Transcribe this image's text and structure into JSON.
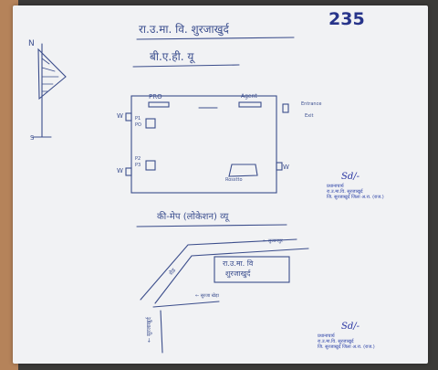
{
  "header": {
    "title_line": "रा.उ.मा. वि. शुरजाखुर्द",
    "subtitle_line": "बी.ए.ही. यू",
    "page_number": "235"
  },
  "compass": {
    "north_label": "N",
    "south_label": "S"
  },
  "floor_plan": {
    "label_pro": "PRO",
    "label_agent": "Agent",
    "label_entrance": "Entrance",
    "label_exit": "Exit",
    "label_p1_po": "P1\nPO",
    "label_p2_p3": "P2\nP3",
    "label_rossto": "Rosstto",
    "window_labels": [
      "W",
      "W",
      "W"
    ]
  },
  "location_section": {
    "title": "की-मेप (लोकेशन) व्यू",
    "school_box": "रा.उ.मा. वि\nशुरजाखुर्द",
    "road_top": "← सुजानपुर",
    "road_bottom": "← सुरजा खेड़ा",
    "road_diag": "रोड",
    "road_left": "← सुरजाखुर्द"
  },
  "stamps": [
    {
      "lines": [
        "प्रधानाचार्य",
        "रा.उ.मा.वि. सूरजाखुर्द",
        "जि. सुरजाखुर्द जिला अ.रा. (राज.)"
      ]
    },
    {
      "lines": [
        "प्रधानाचार्य",
        "रा.उ.मा.वि. सूरजाखुर्द",
        "जि. सुरजाखुर्द जिला अ.रा. (राज.)"
      ]
    }
  ]
}
